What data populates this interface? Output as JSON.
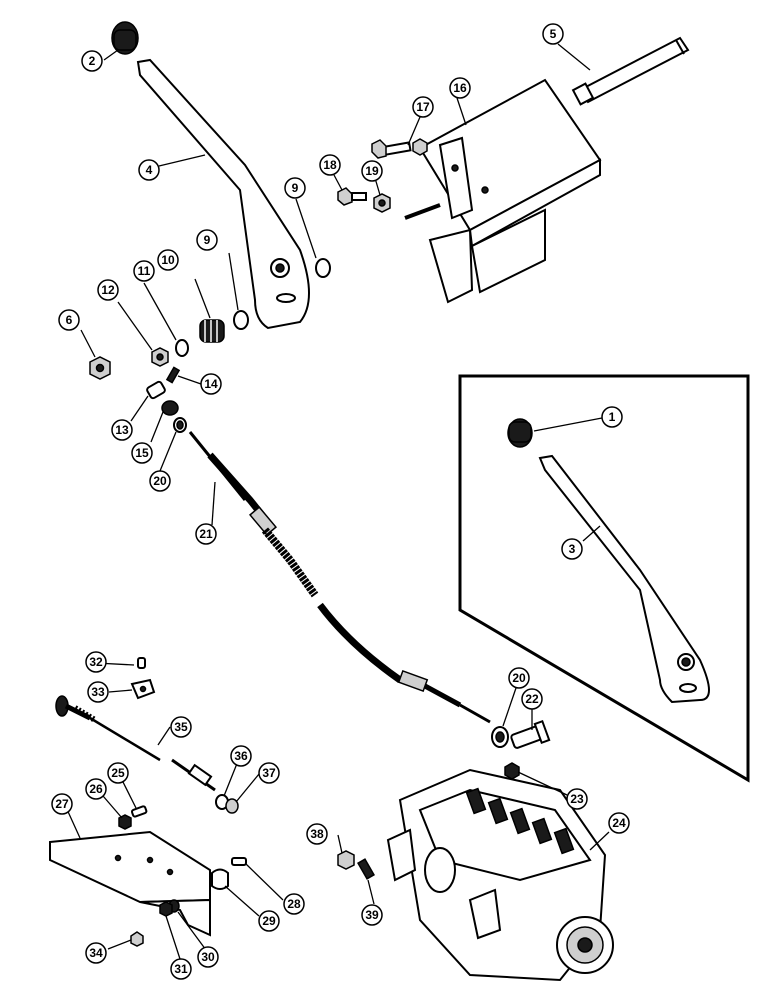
{
  "callouts": [
    "1",
    "2",
    "3",
    "4",
    "5",
    "6",
    "9",
    "9",
    "10",
    "11",
    "12",
    "13",
    "14",
    "15",
    "16",
    "17",
    "18",
    "19",
    "20",
    "20",
    "21",
    "22",
    "23",
    "24",
    "25",
    "26",
    "27",
    "28",
    "29",
    "30",
    "31",
    "32",
    "33",
    "34",
    "35",
    "36",
    "37",
    "38",
    "39"
  ],
  "colors": {
    "ink": "#000000",
    "paper": "#ffffff"
  }
}
